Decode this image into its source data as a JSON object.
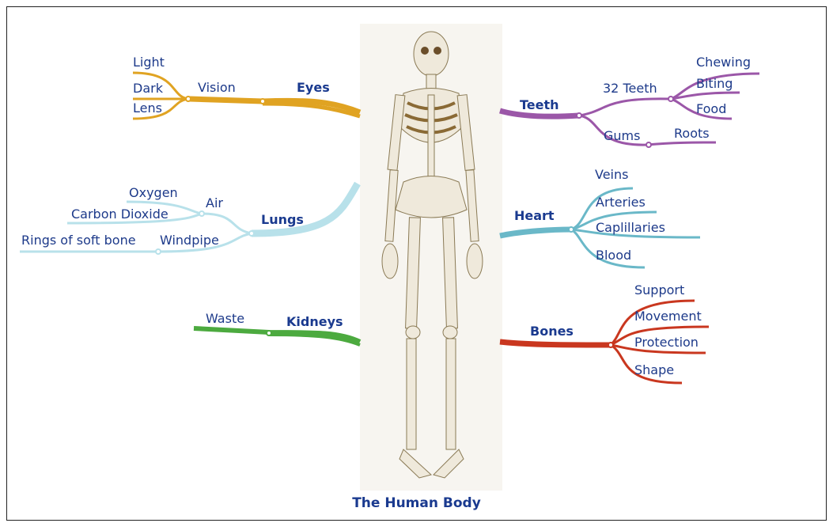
{
  "diagram": {
    "title": "The Human Body",
    "colors": {
      "eyes": "#e0a322",
      "teeth": "#9b57a8",
      "lungs": "#b8e1ea",
      "heart": "#6ab8c8",
      "kidneys": "#4caa3f",
      "bones": "#c9371f",
      "text": "#1d3a8a"
    },
    "eyes": {
      "label": "Eyes",
      "branch": "Vision",
      "leaves": [
        "Light",
        "Dark",
        "Lens"
      ]
    },
    "teeth": {
      "label": "Teeth",
      "branch1": "32 Teeth",
      "branch1_leaves": [
        "Chewing",
        "Biting",
        "Food"
      ],
      "branch2": "Gums",
      "branch2_leaves": [
        "Roots"
      ]
    },
    "lungs": {
      "label": "Lungs",
      "branch1": "Air",
      "branch1_leaves": [
        "Oxygen",
        "Carbon Dioxide"
      ],
      "branch2": "Windpipe",
      "branch2_leaves": [
        "Rings of soft bone"
      ]
    },
    "heart": {
      "label": "Heart",
      "leaves": [
        "Veins",
        "Arteries",
        "Caplillaries",
        "Blood"
      ]
    },
    "kidneys": {
      "label": "Kidneys",
      "branch": "Waste"
    },
    "bones": {
      "label": "Bones",
      "leaves": [
        "Support",
        "Movement",
        "Protection",
        "Shape"
      ]
    },
    "central_image": "skeleton"
  }
}
